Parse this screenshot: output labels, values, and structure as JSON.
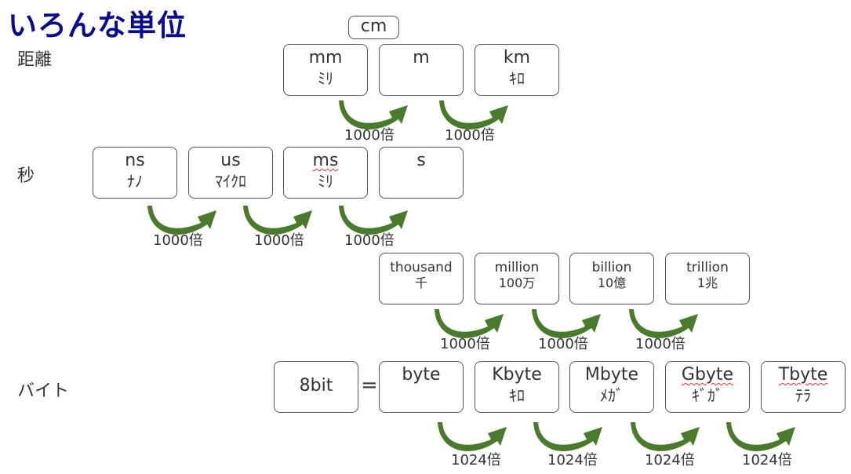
{
  "title": "いろんな単位",
  "rows": {
    "distance": {
      "label": "距離",
      "top_unit": "cm",
      "units": [
        {
          "main": "mm",
          "sub": "ﾐﾘ"
        },
        {
          "main": "m",
          "sub": ""
        },
        {
          "main": "km",
          "sub": "ｷﾛ"
        }
      ],
      "multipliers": [
        "1000倍",
        "1000倍"
      ]
    },
    "seconds": {
      "label": "秒",
      "units": [
        {
          "main": "ns",
          "sub": "ﾅﾉ"
        },
        {
          "main": "us",
          "sub": "ﾏｲｸﾛ"
        },
        {
          "main": "ms",
          "sub": "ﾐﾘ"
        },
        {
          "main": "s",
          "sub": ""
        }
      ],
      "multipliers": [
        "1000倍",
        "1000倍",
        "1000倍"
      ]
    },
    "numbers": {
      "units": [
        {
          "main": "thousand",
          "sub": "千"
        },
        {
          "main": "million",
          "sub": "100万"
        },
        {
          "main": "billion",
          "sub": "10億"
        },
        {
          "main": "trillion",
          "sub": "1兆"
        }
      ],
      "multipliers": [
        "1000倍",
        "1000倍",
        "1000倍"
      ]
    },
    "bytes": {
      "label": "バイト",
      "bit_box": "8bit",
      "equals": "=",
      "units": [
        {
          "main": "byte",
          "sub": ""
        },
        {
          "main": "Kbyte",
          "sub": "ｷﾛ"
        },
        {
          "main": "Mbyte",
          "sub": "ﾒｶﾞ"
        },
        {
          "main": "Gbyte",
          "sub": "ｷﾞｶﾞ"
        },
        {
          "main": "Tbyte",
          "sub": "ﾃﾗ"
        }
      ],
      "multipliers": [
        "1024倍",
        "1024倍",
        "1024倍",
        "1024倍"
      ]
    }
  },
  "colors": {
    "title": "#0a0a8c",
    "arrow": "#4a7a2c",
    "box_border": "#555555"
  }
}
